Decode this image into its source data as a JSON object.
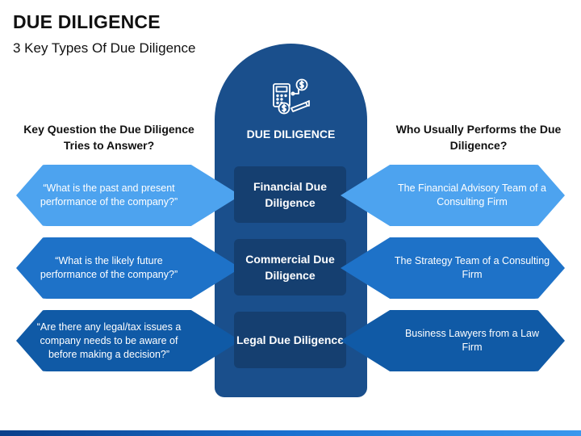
{
  "title": "DUE DILIGENCE",
  "subtitle": "3 Key Types Of Due Diligence",
  "left_header": "Key Question the Due Diligence Tries to Answer?",
  "right_header": "Who Usually Performs the Due Diligence?",
  "pillar": {
    "label": "DUE DILIGENCE",
    "icon": "calculator-money-icon"
  },
  "rows": [
    {
      "question": "“What is the past and present performance of the company?”",
      "type": "Financial Due Diligence",
      "performer": "The Financial Advisory Team of a Consulting Firm"
    },
    {
      "question": "“What is the likely future performance of the company?”",
      "type": "Commercial Due Diligence",
      "performer": "The Strategy Team of a Consulting Firm"
    },
    {
      "question": "“Are there any legal/tax issues a company needs to be aware of before making a decision?”",
      "type": "Legal Due Diligence",
      "performer": "Business Lawyers from a Law Firm"
    }
  ],
  "colors": {
    "pillar": "#1a4f8c",
    "type_box": "#153f70",
    "row1": "#4da3ef",
    "row2": "#1e72c8",
    "row3": "#105aa6"
  }
}
